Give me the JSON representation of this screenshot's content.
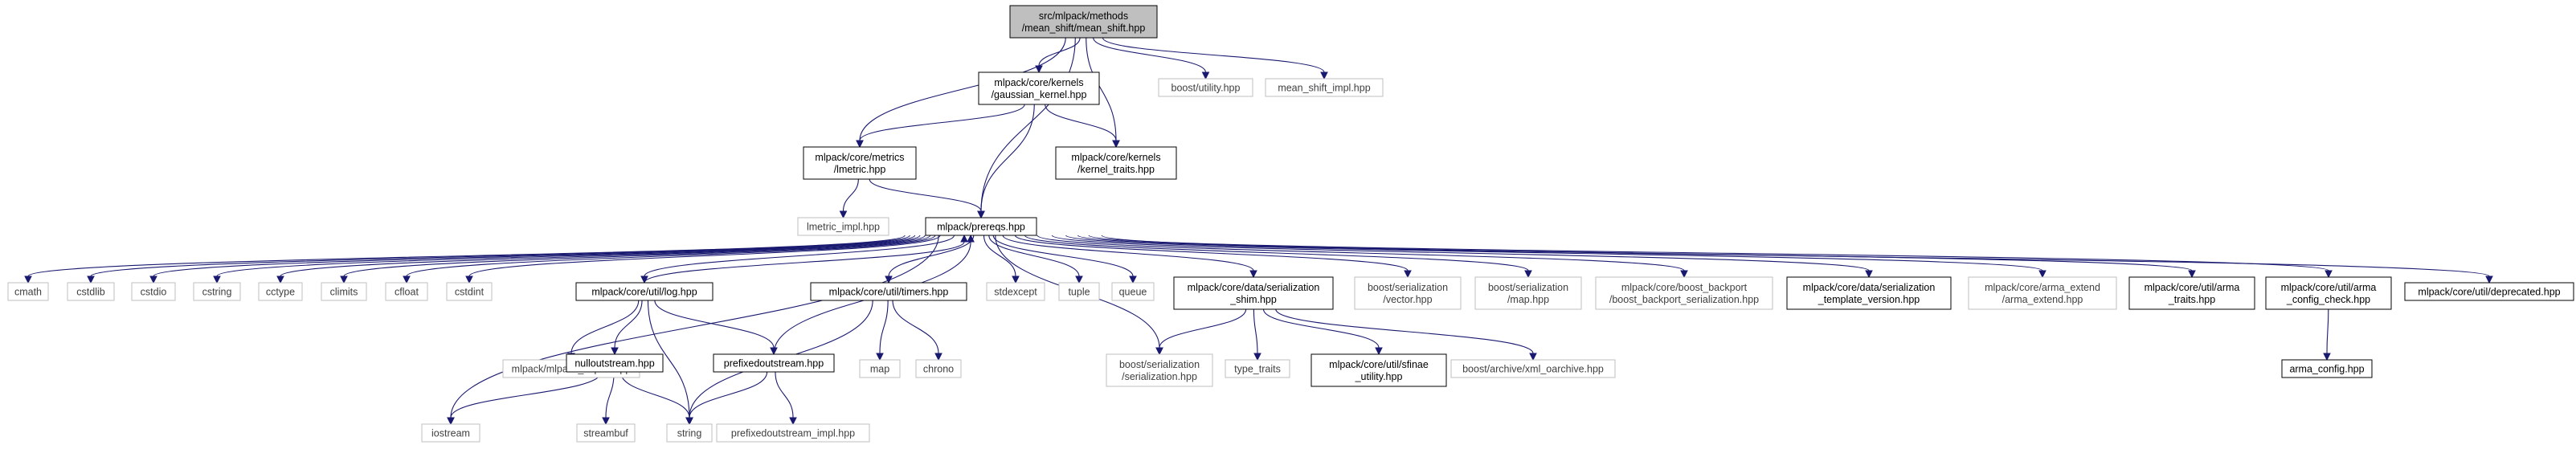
{
  "colors": {
    "edge": "#191970",
    "root_fill": "#bfbfbf",
    "documented_border": "#000000",
    "external_border": "#bfbfbf",
    "external_text": "#404040",
    "text": "#000000"
  },
  "nodes": {
    "root": {
      "lines": [
        "src/mlpack/methods",
        "/mean_shift/mean_shift.hpp"
      ],
      "kind": "root"
    },
    "gaussian": {
      "lines": [
        "mlpack/core/kernels",
        "/gaussian_kernel.hpp"
      ],
      "kind": "doc"
    },
    "boost_utility": {
      "lines": [
        "boost/utility.hpp"
      ],
      "kind": "ext"
    },
    "mean_shift_impl": {
      "lines": [
        "mean_shift_impl.hpp"
      ],
      "kind": "ext"
    },
    "lmetric": {
      "lines": [
        "mlpack/core/metrics",
        "/lmetric.hpp"
      ],
      "kind": "doc"
    },
    "kernel_traits": {
      "lines": [
        "mlpack/core/kernels",
        "/kernel_traits.hpp"
      ],
      "kind": "doc"
    },
    "lmetric_impl": {
      "lines": [
        "lmetric_impl.hpp"
      ],
      "kind": "ext"
    },
    "prereqs": {
      "lines": [
        "mlpack/prereqs.hpp"
      ],
      "kind": "doc"
    },
    "cmath": {
      "lines": [
        "cmath"
      ],
      "kind": "ext"
    },
    "cstdlib": {
      "lines": [
        "cstdlib"
      ],
      "kind": "ext"
    },
    "cstdio": {
      "lines": [
        "cstdio"
      ],
      "kind": "ext"
    },
    "cstring": {
      "lines": [
        "cstring"
      ],
      "kind": "ext"
    },
    "cctype": {
      "lines": [
        "cctype"
      ],
      "kind": "ext"
    },
    "climits": {
      "lines": [
        "climits"
      ],
      "kind": "ext"
    },
    "cfloat": {
      "lines": [
        "cfloat"
      ],
      "kind": "ext"
    },
    "cstdint": {
      "lines": [
        "cstdint"
      ],
      "kind": "ext"
    },
    "log": {
      "lines": [
        "mlpack/core/util/log.hpp"
      ],
      "kind": "doc"
    },
    "timers": {
      "lines": [
        "mlpack/core/util/timers.hpp"
      ],
      "kind": "doc"
    },
    "stdexcept": {
      "lines": [
        "stdexcept"
      ],
      "kind": "ext"
    },
    "tuple": {
      "lines": [
        "tuple"
      ],
      "kind": "ext"
    },
    "queue": {
      "lines": [
        "queue"
      ],
      "kind": "ext"
    },
    "serialization_shim": {
      "lines": [
        "mlpack/core/data/serialization",
        "_shim.hpp"
      ],
      "kind": "doc"
    },
    "boost_vector": {
      "lines": [
        "boost/serialization",
        "/vector.hpp"
      ],
      "kind": "ext"
    },
    "boost_map": {
      "lines": [
        "boost/serialization",
        "/map.hpp"
      ],
      "kind": "ext"
    },
    "boost_backport": {
      "lines": [
        "mlpack/core/boost_backport",
        "/boost_backport_serialization.hpp"
      ],
      "kind": "ext"
    },
    "template_version": {
      "lines": [
        "mlpack/core/data/serialization",
        "_template_version.hpp"
      ],
      "kind": "doc"
    },
    "arma_extend": {
      "lines": [
        "mlpack/core/arma_extend",
        "/arma_extend.hpp"
      ],
      "kind": "ext"
    },
    "arma_traits": {
      "lines": [
        "mlpack/core/util/arma",
        "_traits.hpp"
      ],
      "kind": "doc"
    },
    "arma_config_check": {
      "lines": [
        "mlpack/core/util/arma",
        "_config_check.hpp"
      ],
      "kind": "doc"
    },
    "deprecated": {
      "lines": [
        "mlpack/core/util/deprecated.hpp"
      ],
      "kind": "doc"
    },
    "iostream": {
      "lines": [
        "iostream"
      ],
      "kind": "ext"
    },
    "mlpack_export": {
      "lines": [
        "mlpack/mlpack_export.hpp"
      ],
      "kind": "ext"
    },
    "nulloutstream": {
      "lines": [
        "nulloutstream.hpp"
      ],
      "kind": "doc"
    },
    "prefixedoutstream": {
      "lines": [
        "prefixedoutstream.hpp"
      ],
      "kind": "doc"
    },
    "map": {
      "lines": [
        "map"
      ],
      "kind": "ext"
    },
    "chrono": {
      "lines": [
        "chrono"
      ],
      "kind": "ext"
    },
    "boost_serialization": {
      "lines": [
        "boost/serialization",
        "/serialization.hpp"
      ],
      "kind": "ext"
    },
    "type_traits": {
      "lines": [
        "type_traits"
      ],
      "kind": "ext"
    },
    "sfinae": {
      "lines": [
        "mlpack/core/util/sfinae",
        "_utility.hpp"
      ],
      "kind": "doc"
    },
    "xml_oarchive": {
      "lines": [
        "boost/archive/xml_oarchive.hpp"
      ],
      "kind": "ext"
    },
    "arma_config": {
      "lines": [
        "arma_config.hpp"
      ],
      "kind": "doc"
    },
    "streambuf": {
      "lines": [
        "streambuf"
      ],
      "kind": "ext"
    },
    "string": {
      "lines": [
        "string"
      ],
      "kind": "ext"
    },
    "prefixedoutstream_impl": {
      "lines": [
        "prefixedoutstream_impl.hpp"
      ],
      "kind": "ext"
    }
  },
  "edges": [
    [
      "root",
      "gaussian"
    ],
    [
      "root",
      "boost_utility"
    ],
    [
      "root",
      "mean_shift_impl"
    ],
    [
      "root",
      "lmetric"
    ],
    [
      "root",
      "kernel_traits"
    ],
    [
      "root",
      "prereqs"
    ],
    [
      "gaussian",
      "lmetric"
    ],
    [
      "gaussian",
      "kernel_traits"
    ],
    [
      "gaussian",
      "prereqs"
    ],
    [
      "lmetric",
      "lmetric_impl"
    ],
    [
      "lmetric",
      "prereqs"
    ],
    [
      "prereqs",
      "cmath"
    ],
    [
      "prereqs",
      "cstdlib"
    ],
    [
      "prereqs",
      "cstdio"
    ],
    [
      "prereqs",
      "cstring"
    ],
    [
      "prereqs",
      "cctype"
    ],
    [
      "prereqs",
      "climits"
    ],
    [
      "prereqs",
      "cfloat"
    ],
    [
      "prereqs",
      "cstdint"
    ],
    [
      "prereqs",
      "iostream"
    ],
    [
      "prereqs",
      "log"
    ],
    [
      "prereqs",
      "timers"
    ],
    [
      "prereqs",
      "stdexcept"
    ],
    [
      "prereqs",
      "tuple"
    ],
    [
      "prereqs",
      "queue"
    ],
    [
      "prereqs",
      "boost_serialization"
    ],
    [
      "prereqs",
      "serialization_shim"
    ],
    [
      "prereqs",
      "boost_vector"
    ],
    [
      "prereqs",
      "boost_map"
    ],
    [
      "prereqs",
      "boost_backport"
    ],
    [
      "prereqs",
      "template_version"
    ],
    [
      "prereqs",
      "arma_extend"
    ],
    [
      "prereqs",
      "arma_traits"
    ],
    [
      "prereqs",
      "arma_config_check"
    ],
    [
      "prereqs",
      "deprecated"
    ],
    [
      "log",
      "mlpack_export"
    ],
    [
      "log",
      "nulloutstream"
    ],
    [
      "log",
      "prefixedoutstream"
    ],
    [
      "log",
      "string"
    ],
    [
      "log",
      "prereqs"
    ],
    [
      "nulloutstream",
      "iostream"
    ],
    [
      "nulloutstream",
      "streambuf"
    ],
    [
      "nulloutstream",
      "string"
    ],
    [
      "prefixedoutstream",
      "string"
    ],
    [
      "prefixedoutstream",
      "prefixedoutstream_impl"
    ],
    [
      "prefixedoutstream",
      "prereqs"
    ],
    [
      "timers",
      "map"
    ],
    [
      "timers",
      "chrono"
    ],
    [
      "timers",
      "string"
    ],
    [
      "serialization_shim",
      "boost_serialization"
    ],
    [
      "serialization_shim",
      "type_traits"
    ],
    [
      "serialization_shim",
      "sfinae"
    ],
    [
      "serialization_shim",
      "xml_oarchive"
    ],
    [
      "arma_config_check",
      "arma_config"
    ]
  ]
}
